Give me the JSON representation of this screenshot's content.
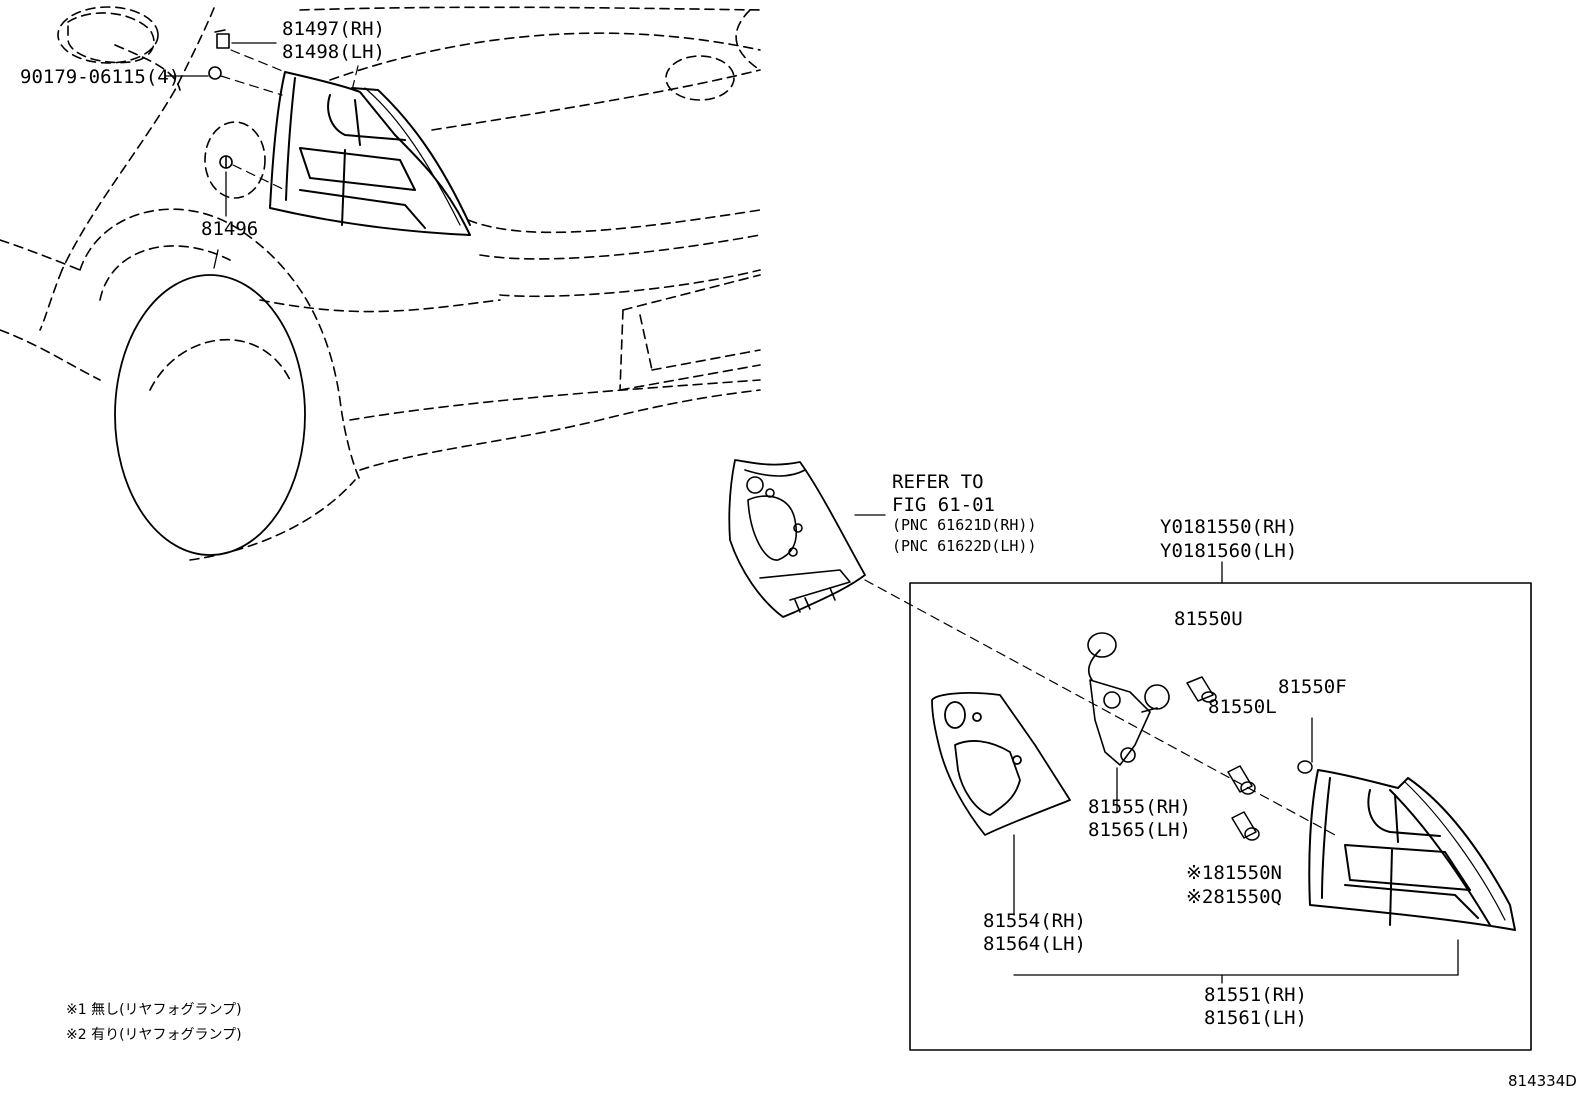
{
  "labels": {
    "p81497": "81497(RH)",
    "p81498": "81498(LH)",
    "p90179": "90179-06115(4)",
    "p81496": "81496",
    "refer_to": "REFER TO",
    "fig": "FIG 61-01",
    "pnc_rh": "(PNC 61621D(RH))",
    "pnc_lh": "(PNC 61622D(LH))",
    "y01_rh": "Y0181550(RH)",
    "y01_lh": "Y0181560(LH)",
    "p81550u": "81550U",
    "p81550f": "81550F",
    "p81550l": "81550L",
    "p81555": "81555(RH)",
    "p81565": "81565(LH)",
    "p81550n": "※181550N",
    "p81550q": "※281550Q",
    "p81554": "81554(RH)",
    "p81564": "81564(LH)",
    "p81551": "81551(RH)",
    "p81561": "81561(LH)"
  },
  "notes": {
    "note1": "※1 無し(リヤフォグランプ)",
    "note2": "※2 有り(リヤフォグランプ)"
  },
  "illustration_code": "814334D",
  "colors": {
    "line": "#000000",
    "background": "#ffffff"
  }
}
